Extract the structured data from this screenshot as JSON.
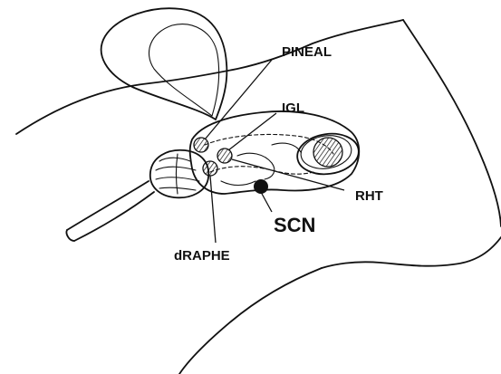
{
  "labels": {
    "pineal": "PINEAL",
    "igl": "IGL",
    "rht": "RHT",
    "scn": "SCN",
    "draphe": "dRAPHE"
  },
  "colors": {
    "ink": "#111111",
    "background": "#ffffff"
  }
}
